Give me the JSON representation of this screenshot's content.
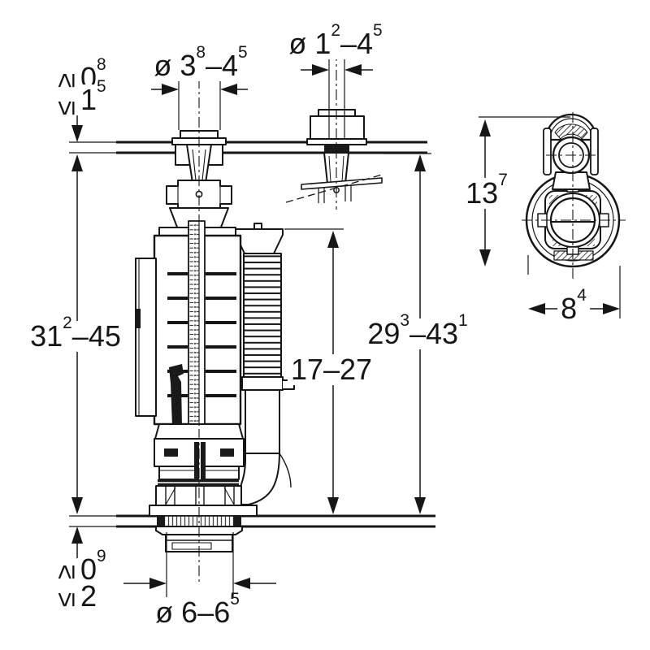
{
  "dimensions": {
    "tank_lid_thickness": {
      "min_op": "≥",
      "min": "0",
      "min_sup": "8",
      "max_op": "≤",
      "max": "1",
      "max_sup": "5"
    },
    "cap_diameter": {
      "p1": "ø 3",
      "s1": "8",
      "p2": "–4",
      "s2": "5"
    },
    "rod_diameter": {
      "p1": "ø 1",
      "s1": "2",
      "p2": "–4",
      "s2": "5"
    },
    "overall_height": {
      "p1": "31",
      "s1": "2",
      "p2": "–45",
      "s2": ""
    },
    "height_under_lid": {
      "p1": "29",
      "s1": "3",
      "p2": "–43",
      "s2": "1"
    },
    "overflow_height": {
      "p1": "17–27",
      "s1": "",
      "p2": "",
      "s2": ""
    },
    "side_view_height": {
      "p1": "13",
      "s1": "7",
      "p2": "",
      "s2": ""
    },
    "side_view_width": {
      "p1": "8",
      "s1": "4",
      "p2": "",
      "s2": ""
    },
    "tank_base_thickness": {
      "min_op": "≥",
      "min": "0",
      "min_sup": "9",
      "max_op": "≤",
      "max": "2",
      "max_sup": ""
    },
    "outlet_diameter": {
      "p1": "ø 6–6",
      "s1": "5",
      "p2": "",
      "s2": ""
    }
  }
}
